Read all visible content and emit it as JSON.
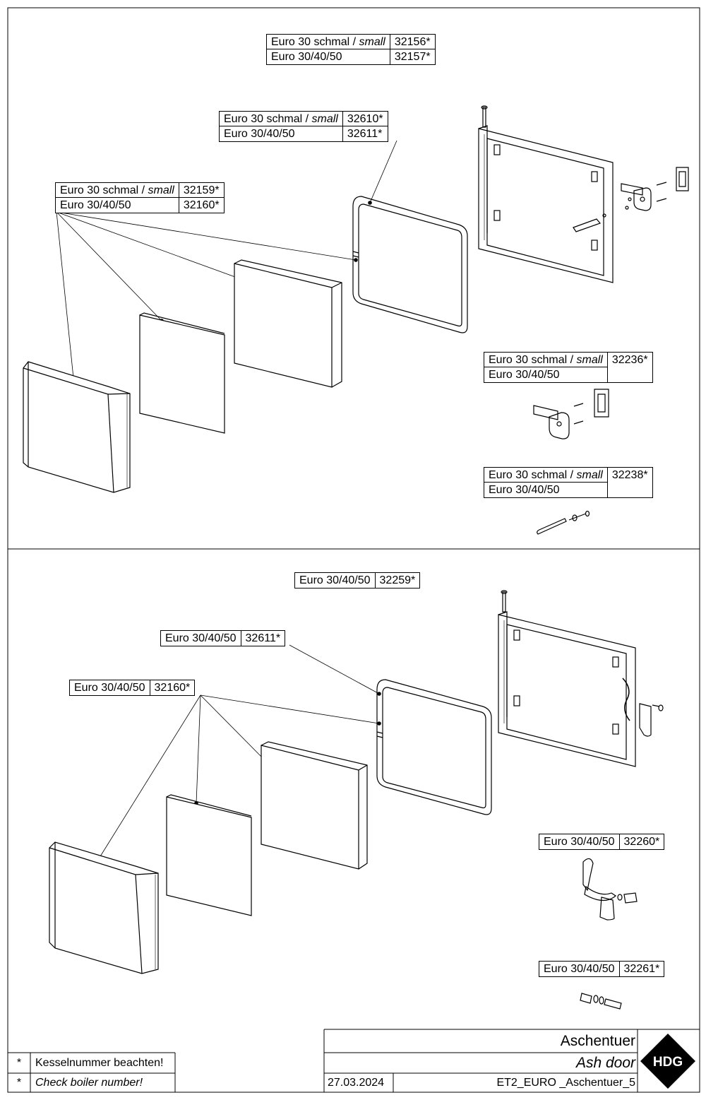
{
  "top_section": {
    "label_32156": {
      "name_small": "Euro 30 schmal / ",
      "name_small_it": "small",
      "num_small": "32156*",
      "name_std": "Euro 30/40/50",
      "num_std": "32157*"
    },
    "label_32610": {
      "name_small": "Euro 30 schmal / ",
      "name_small_it": "small",
      "num_small": "32610*",
      "name_std": "Euro 30/40/50",
      "num_std": "32611*"
    },
    "label_32159": {
      "name_small": "Euro 30 schmal / ",
      "name_small_it": "small",
      "num_small": "32159*",
      "name_std": "Euro 30/40/50",
      "num_std": "32160*"
    },
    "label_32236": {
      "name_small": "Euro 30 schmal / ",
      "name_small_it": "small",
      "name_std": "Euro 30/40/50",
      "num": "32236*"
    },
    "label_32238": {
      "name_small": "Euro 30 schmal / ",
      "name_small_it": "small",
      "name_std": "Euro 30/40/50",
      "num": "32238*"
    }
  },
  "bottom_section": {
    "label_32259": {
      "name": "Euro 30/40/50",
      "num": "32259*"
    },
    "label_32611": {
      "name": "Euro 30/40/50",
      "num": "32611*"
    },
    "label_32160": {
      "name": "Euro 30/40/50",
      "num": "32160*"
    },
    "label_32260": {
      "name": "Euro 30/40/50",
      "num": "32260*"
    },
    "label_32261": {
      "name": "Euro 30/40/50",
      "num": "32261*"
    }
  },
  "title_block": {
    "title_de": "Aschentuer",
    "title_en": "Ash door",
    "date": "27.03.2024",
    "drawing_id": "ET2_EURO _Aschentuer_5",
    "logo_text": "HDG"
  },
  "notes": [
    {
      "marker": "*",
      "text": "Kesselnummer beachten!"
    },
    {
      "marker": "*",
      "text": "Check boiler number!"
    }
  ]
}
